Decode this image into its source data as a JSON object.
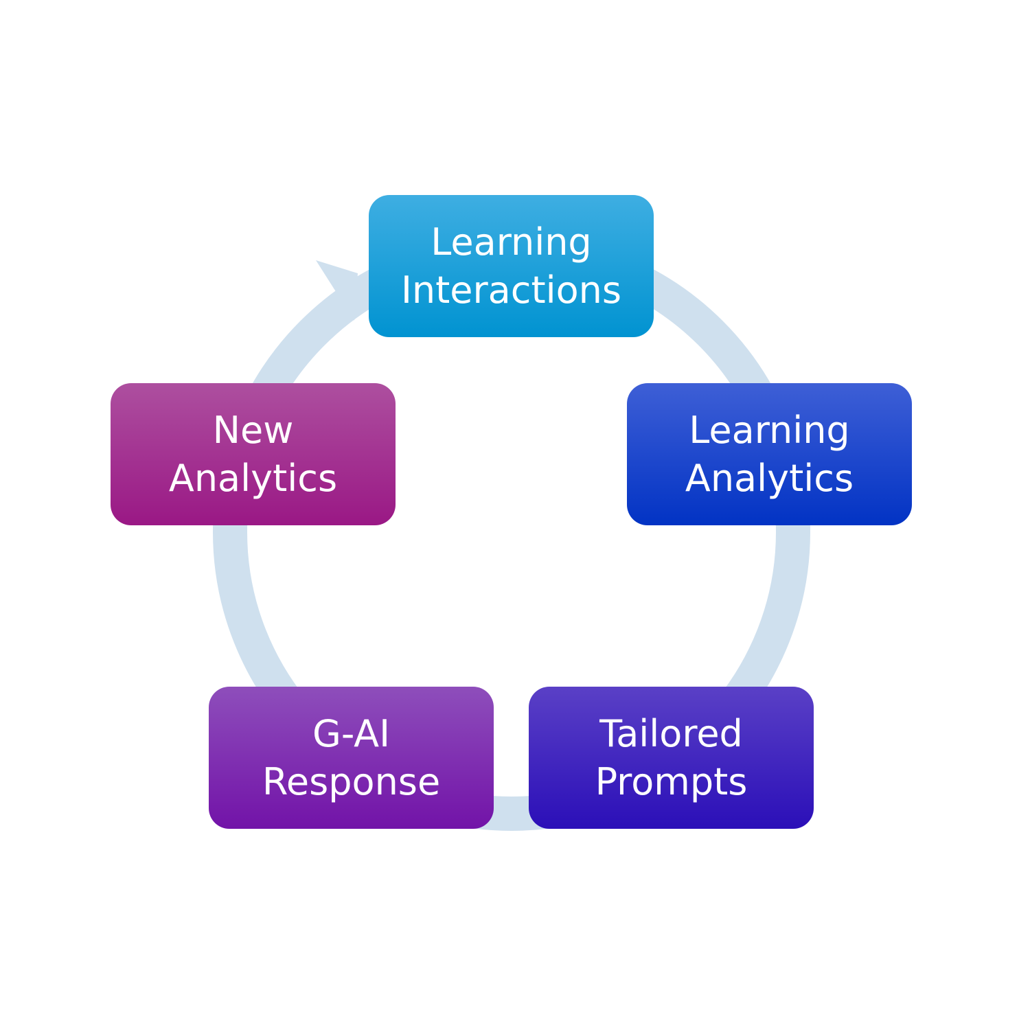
{
  "diagram": {
    "type": "cycle",
    "ring_color": "#cfe0ee",
    "nodes": [
      {
        "line1": "Learning",
        "line2": "Interactions",
        "color_top": "#3eaee2",
        "color_bottom": "#0193d1"
      },
      {
        "line1": "Learning",
        "line2": "Analytics",
        "color_top": "#3e5fd6",
        "color_bottom": "#0233c4"
      },
      {
        "line1": "Tailored",
        "line2": "Prompts",
        "color_top": "#5a40c6",
        "color_bottom": "#2b0fb8"
      },
      {
        "line1": "G-AI",
        "line2": "Response",
        "color_top": "#8e4ebb",
        "color_bottom": "#7213a8"
      },
      {
        "line1": "New",
        "line2": "Analytics",
        "color_top": "#ad4f9f",
        "color_bottom": "#9a1885"
      }
    ]
  }
}
